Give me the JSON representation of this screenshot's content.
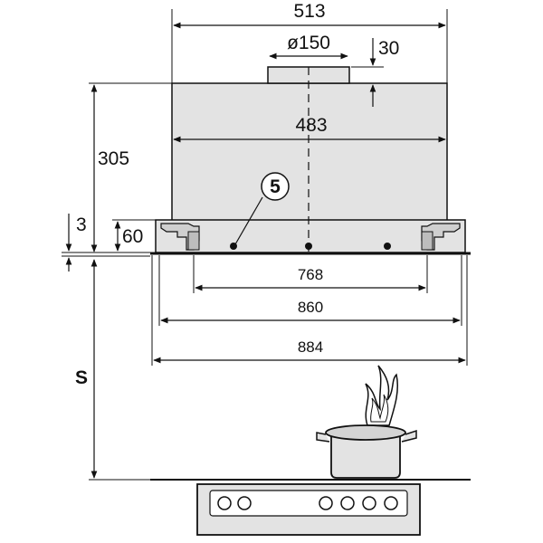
{
  "diagram": {
    "dimensions": {
      "top_width": "513",
      "duct_diameter": "ø150",
      "collar_height": "30",
      "inner_width": "483",
      "total_height": "305",
      "step_height": "3",
      "base_height": "60",
      "hole_spacing": "768",
      "base_width": "860",
      "overall_width": "884",
      "clearance": "S"
    },
    "callout": "5"
  }
}
